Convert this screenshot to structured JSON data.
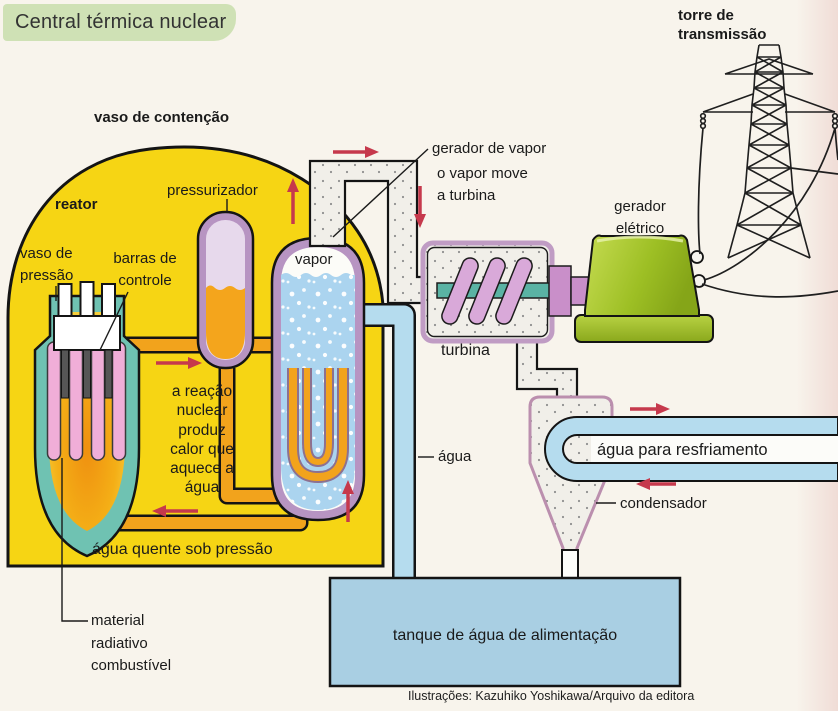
{
  "palette": {
    "background": "#f8f4ec",
    "banner_green": "#cfe1b5",
    "containment_yellow": "#f6d514",
    "reactor_teal": "#6fc2b2",
    "primary_pipe_orange": "#f2a31c",
    "fuel_rod_pink": "#f0aed8",
    "vessel_border_plum": "#b794c2",
    "water_blue": "#abd4ef",
    "steam_pipe_gray": "#f1efe9",
    "turbine_blade_plum": "#d9a9d9",
    "shaft_teal": "#5ab3a4",
    "generator_green": "#9dbf24",
    "tank_blue": "#a9cfe3",
    "flow_arrow_red": "#c6394c",
    "outline_black": "#141414"
  },
  "title_banner": {
    "text": "Central térmica nuclear"
  },
  "labels": {
    "torre": [
      "torre de",
      "transmissão"
    ],
    "vaso_contencao": "vaso de contenção",
    "reator": "reator",
    "vaso_pressao": [
      "vaso de",
      "pressão"
    ],
    "barras": [
      "barras de",
      "controle"
    ],
    "pressurizador": "pressurizador",
    "gerador_vapor": "gerador de vapor",
    "vapor_move": [
      "o vapor move",
      "a turbina"
    ],
    "gerador_eletrico": [
      "gerador",
      "elétrico"
    ],
    "vapor": "vapor",
    "turbina": "turbina",
    "reacao": [
      "a reação",
      "nuclear",
      "produz",
      "calor que",
      "aquece a",
      "água"
    ],
    "agua_quente": "água quente sob pressão",
    "material": [
      "material",
      "radiativo",
      "combustível"
    ],
    "agua": "água",
    "agua_resfriamento": "água para resfriamento",
    "condensador": "condensador",
    "tanque": "tanque de água de alimentação"
  },
  "credits": "Ilustrações: Kazuhiko Yoshikawa/Arquivo da editora"
}
